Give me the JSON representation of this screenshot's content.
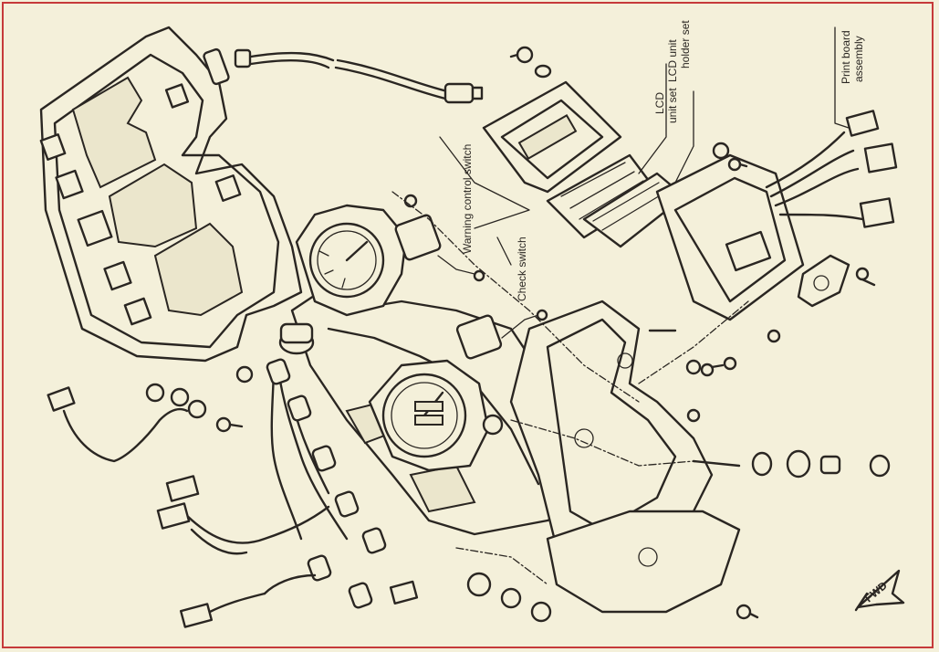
{
  "labels": {
    "warning_control_switch": "Warning control switch",
    "check_switch": "Check switch",
    "lcd_unit_holder_set_line1": "LCD unit",
    "lcd_unit_holder_set_line2": "holder set",
    "lcd_unit_set_line1": "LCD",
    "lcd_unit_set_line2": "unit set",
    "print_board_line1": "Print board",
    "print_board_line2": "assembly",
    "fwd": "FWD"
  },
  "colors": {
    "paper": "#f4f0da",
    "ink": "#2a2622",
    "border": "#c63a3a"
  }
}
